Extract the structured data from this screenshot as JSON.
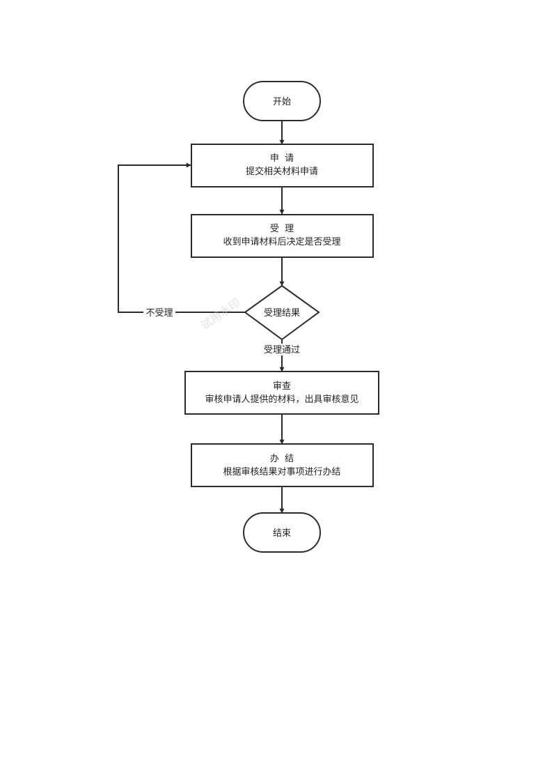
{
  "diagram": {
    "nodes": {
      "start": {
        "text": "开始"
      },
      "apply": {
        "title": "申  请",
        "desc": "提交相关材料申请"
      },
      "accept": {
        "title": "受  理",
        "desc": "收到申请材料后决定是否受理"
      },
      "decision": {
        "text": "受理结果"
      },
      "review": {
        "title": "审查",
        "desc": "审核申请人提供的材料，出具审核意见"
      },
      "finish": {
        "title": "办  结",
        "desc": "根据审核结果对事项进行办结"
      },
      "end": {
        "text": "结束"
      }
    },
    "edges": {
      "reject_label": "不受理",
      "pass_label": "受理通过"
    },
    "watermark": "试用水印"
  }
}
